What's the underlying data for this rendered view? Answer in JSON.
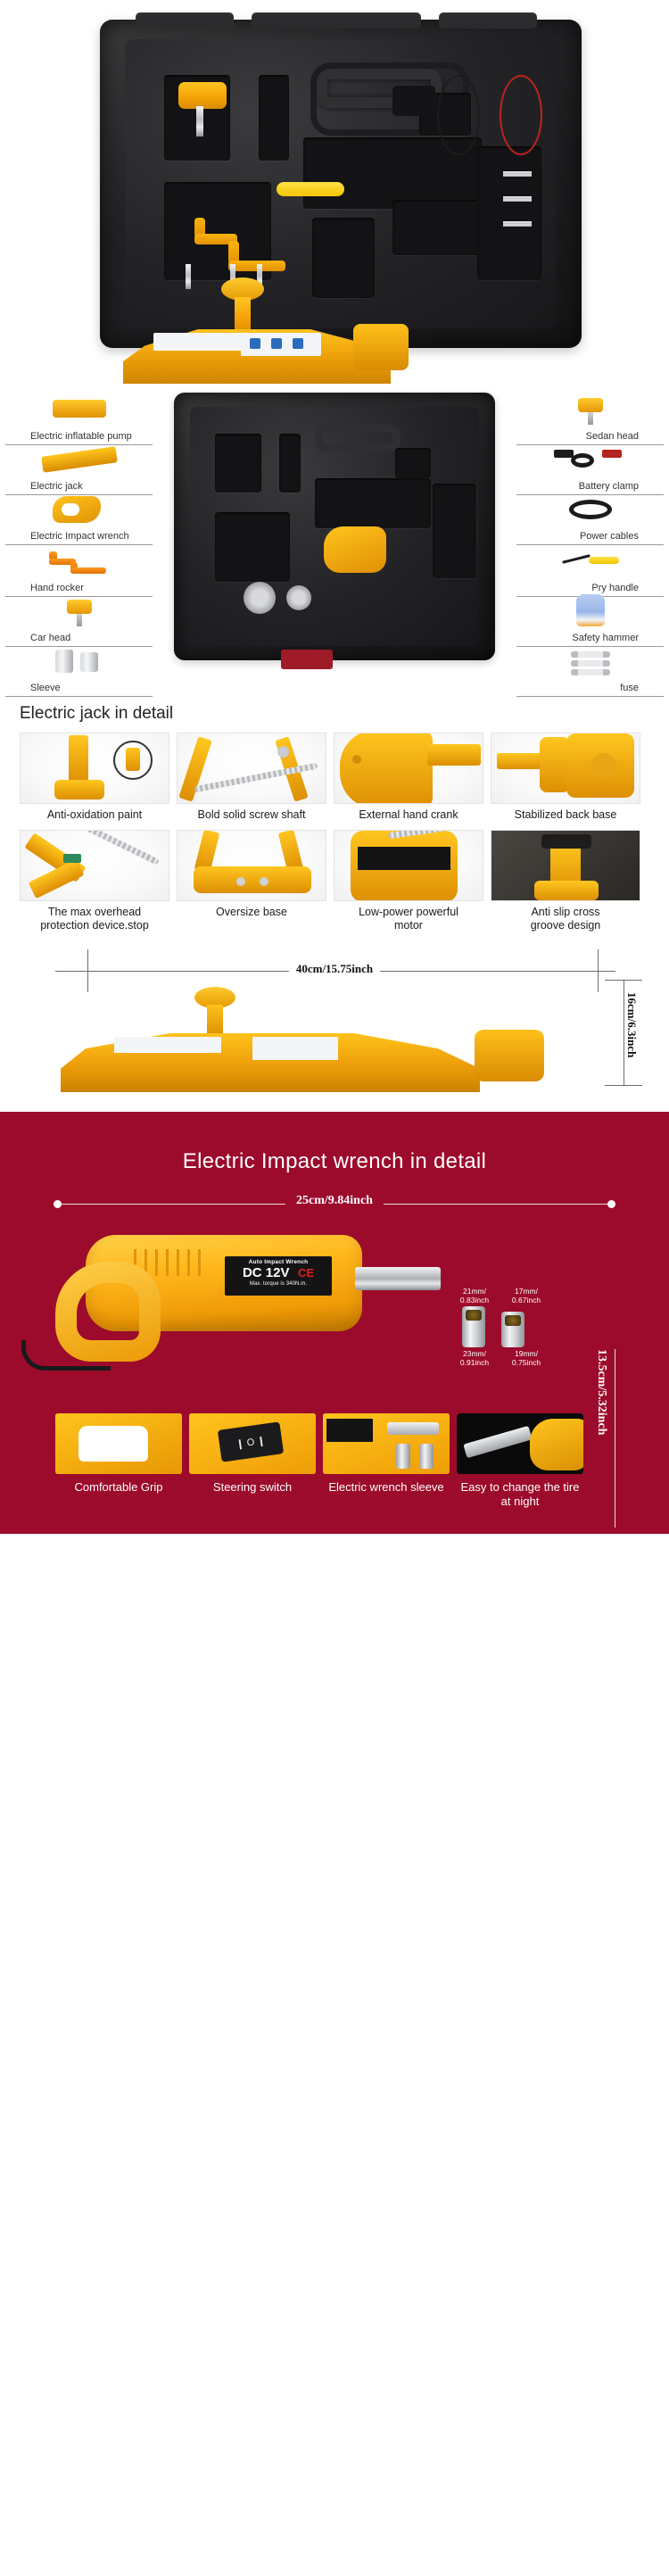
{
  "hero": {
    "alt": "Electric jack and impact wrench kit in black carrying case"
  },
  "parts": {
    "left_labels": [
      "Electric inflatable pump",
      "Electric jack",
      "Electric Impact wrench",
      "Hand rocker",
      "Car head",
      "Sleeve"
    ],
    "right_labels": [
      "Sedan head",
      "Battery clamp",
      "Power cables",
      "Pry handle",
      "Safety hammer",
      "fuse"
    ]
  },
  "jack_detail": {
    "title": "Electric jack in detail",
    "features_row1": [
      "Anti-oxidation paint",
      "Bold solid screw shaft",
      "External hand crank",
      "Stabilized back base"
    ],
    "features_row2": [
      "The max overhead\nprotection device.stop",
      "Oversize base",
      "Low-power powerful\nmotor",
      "Anti slip cross\ngroove design"
    ],
    "dimension_width": "40cm/15.75inch",
    "dimension_height": "16cm/6.3inch"
  },
  "wrench_detail": {
    "title": "Electric Impact wrench in detail",
    "dimension_width": "25cm/9.84inch",
    "dimension_height": "13.5cm/5.32inch",
    "nameplate": {
      "brand": "Auto Impact Wrench",
      "voltage": "DC 12V",
      "certification": "CE",
      "torque": "Max. torque is 340N.m."
    },
    "socket_sizes": [
      "21mm/\n0.83inch",
      "17mm/\n0.67inch",
      "23mm/\n0.91inch",
      "19mm/\n0.75inch"
    ],
    "features": [
      "Comfortable Grip",
      "Steering switch",
      "Electric wrench sleeve",
      "Easy to change the tire\nat night"
    ]
  },
  "colors": {
    "brand_red": "#9c0b2b",
    "tool_yellow": "#f5a306",
    "case_black": "#222225"
  }
}
